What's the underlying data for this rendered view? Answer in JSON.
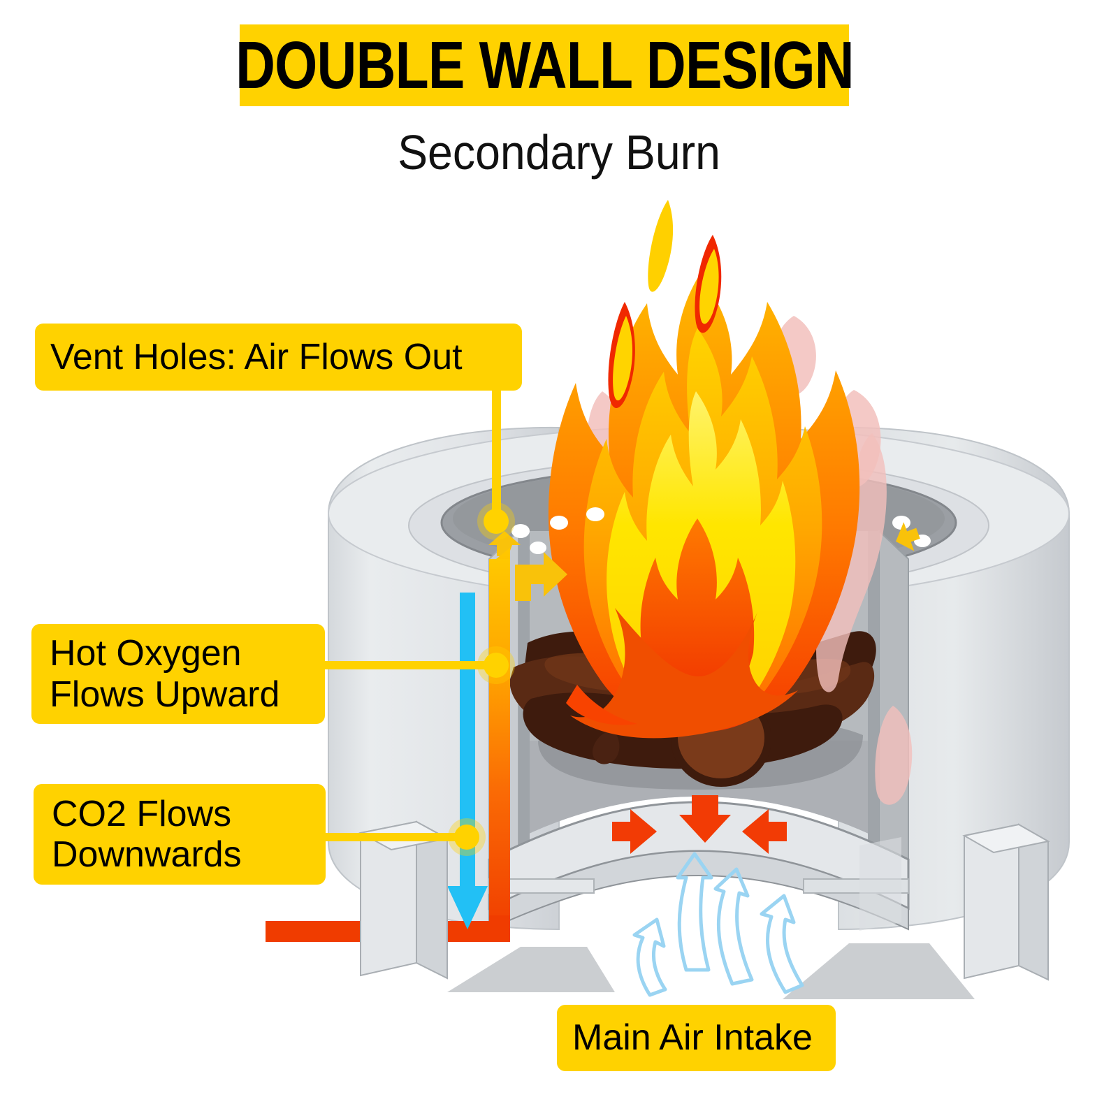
{
  "header": {
    "title": "DOUBLE WALL DESIGN",
    "subtitle": "Secondary Burn",
    "banner_color": "#FFD200",
    "title_color": "#000000"
  },
  "callouts": [
    {
      "name": "vent-holes",
      "lines": [
        "Vent Holes: Air Flows Out"
      ],
      "bg": "#FFD200",
      "text_color": "#000000"
    },
    {
      "name": "hot-oxygen",
      "lines": [
        "Hot Oxygen",
        "Flows Upward"
      ],
      "bg": "#FFD200",
      "text_color": "#000000"
    },
    {
      "name": "co2-flow",
      "lines": [
        "CO2 Flows",
        "Downwards"
      ],
      "bg": "#FFD200",
      "text_color": "#000000"
    },
    {
      "name": "main-air-intake",
      "lines": [
        "Main Air Intake"
      ],
      "bg": "#FFD200",
      "text_color": "#000000"
    }
  ],
  "diagram": {
    "subject": "double-wall-smokeless-fire-pit-cutaway",
    "elements": [
      "outer-wall-cylinder",
      "inner-wall-cylinder",
      "top-rim-vent-holes",
      "burn-chamber",
      "firewood-logs",
      "flame",
      "smoke-wisps",
      "pedestal-legs",
      "bottom-air-intake"
    ],
    "flows": [
      {
        "name": "hot-oxygen-up",
        "direction": "upward",
        "color": "#FFC400"
      },
      {
        "name": "co2-down",
        "direction": "downward",
        "color": "#22C0F5"
      },
      {
        "name": "hot-gas-wall-loop",
        "direction": "up-and-around",
        "color": "#F03C00"
      },
      {
        "name": "intake-air",
        "direction": "upward-into-base",
        "color": "#8FD3F4"
      },
      {
        "name": "base-air-spread",
        "direction": "down-left-right",
        "color": "#F03C00"
      }
    ]
  },
  "colors": {
    "accent_yellow": "#FFD200",
    "flow_cyan": "#22C0F5",
    "flow_orange_hot": "#FFC400",
    "flow_red": "#F03C00",
    "metal_light": "#E3E6E9",
    "metal_mid": "#C9CDD2",
    "metal_dark": "#8F9499",
    "wood_brown": "#4A2212",
    "flame_yellow": "#FFE200",
    "flame_orange": "#FF8C00",
    "flame_red": "#F03C00",
    "smoke_pink": "#F5C0BE"
  }
}
